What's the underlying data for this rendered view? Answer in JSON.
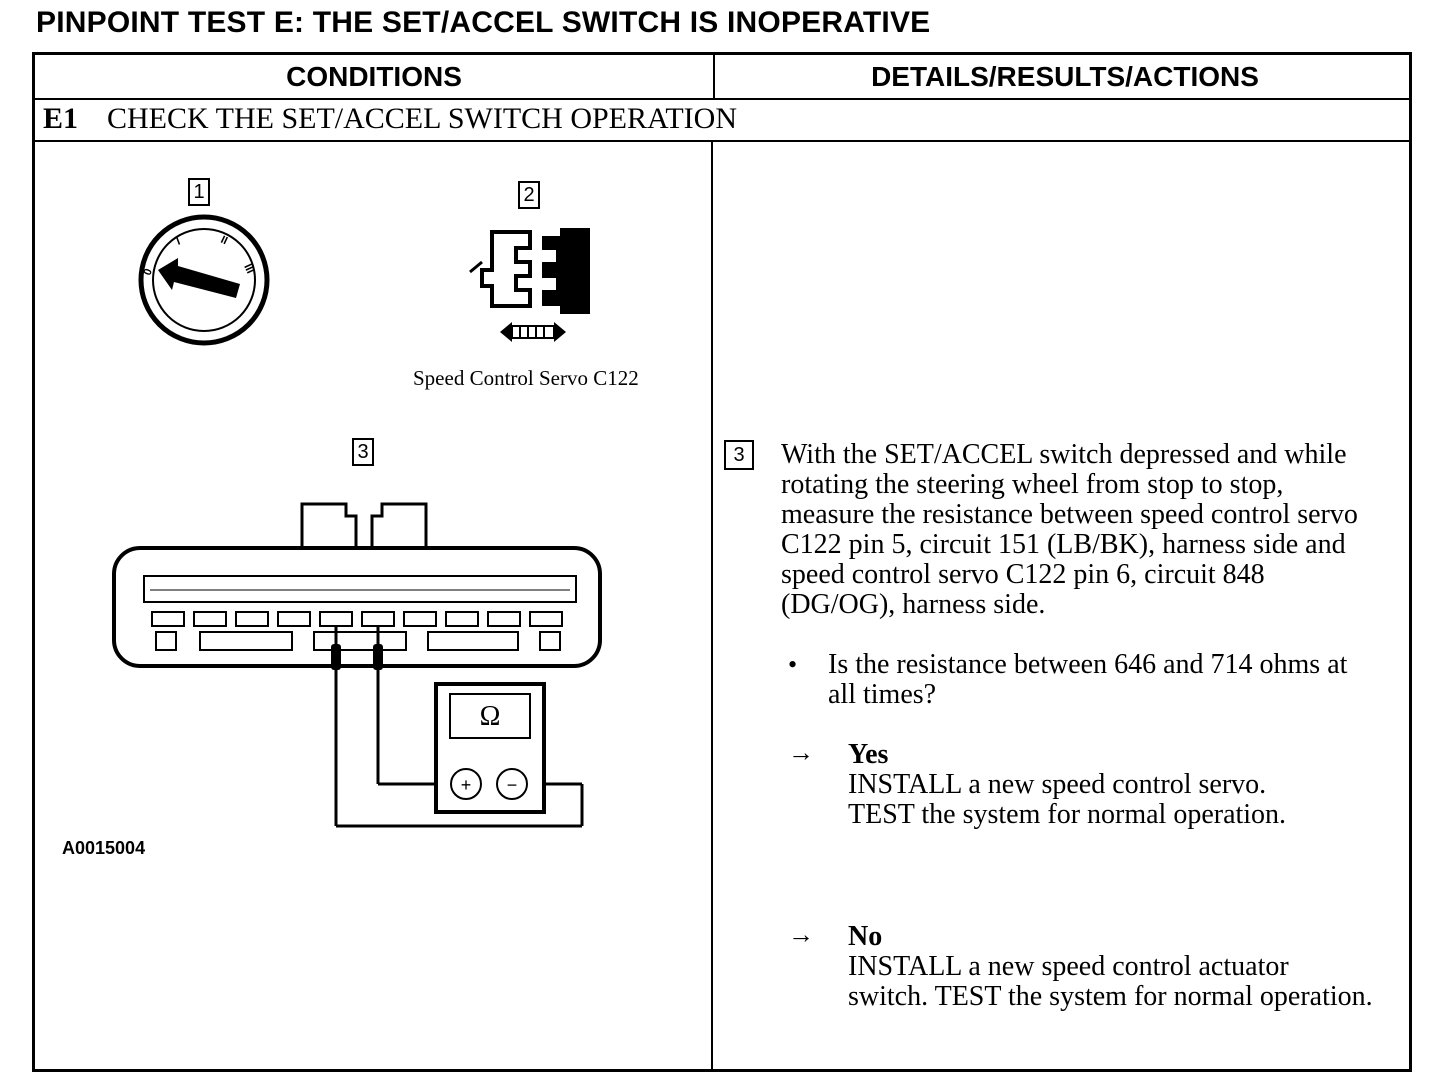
{
  "page_title": "PINPOINT TEST E:  THE SET/ACCEL SWITCH IS INOPERATIVE",
  "table": {
    "col_conditions": "CONDITIONS",
    "col_details": "DETAILS/RESULTS/ACTIONS"
  },
  "step": {
    "number": "E1",
    "title": "CHECK THE SET/ACCEL SWITCH OPERATION"
  },
  "callouts": {
    "c1": "1",
    "c2": "2",
    "c3_left": "3",
    "c3_right": "3"
  },
  "ignition_marks": [
    "0",
    "I",
    "II",
    "III"
  ],
  "servo_caption": "Speed Control Servo C122",
  "meter_symbol": "Ω",
  "meter_plus": "+",
  "meter_minus": "−",
  "figure_id": "A0015004",
  "instruction": {
    "line1": "With the SET/ACCEL switch depressed and while",
    "line2": "rotating the steering wheel from stop to stop,",
    "line3": "measure the resistance between speed control servo",
    "line4": "C122 pin 5, circuit 151 (LB/BK), harness side and",
    "line5": "speed control servo C122 pin 6, circuit 848",
    "line6": "(DG/OG), harness side."
  },
  "bullet_symbol": "•",
  "question": {
    "line1": "Is the resistance between 646 and 714 ohms at",
    "line2": "all times?"
  },
  "arrow_symbol": "→",
  "yes": {
    "label": "Yes",
    "line1": "INSTALL a new speed control servo.",
    "line2": "TEST the system for normal operation."
  },
  "no": {
    "label": "No",
    "line1": "INSTALL a new speed control actuator",
    "line2": "switch. TEST the system for normal operation."
  }
}
